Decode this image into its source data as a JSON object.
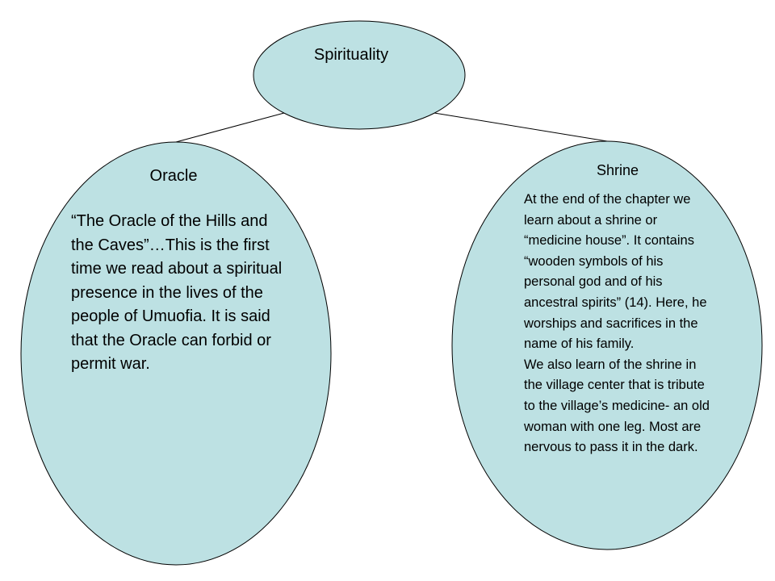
{
  "diagram": {
    "fill_color": "#bde1e3",
    "stroke_color": "#000000",
    "root": {
      "label": "Spirituality"
    },
    "oracle": {
      "title": "Oracle",
      "body": "“The Oracle of the Hills and the Caves”…This is the first time we read about a spiritual presence in the lives of the people of Umuofia. It is said that the Oracle can forbid or permit war."
    },
    "shrine": {
      "title": "Shrine",
      "body_1": "At the end of the chapter we learn about a shrine or “medicine house”. It contains “wooden symbols of his personal god and of his ancestral spirits” (14). Here, he worships and sacrifices in the name of his family.",
      "body_2": "We also learn of the shrine in the village center that is tribute to the village’s medicine- an old woman with one leg. Most are nervous to pass it in the dark."
    }
  }
}
